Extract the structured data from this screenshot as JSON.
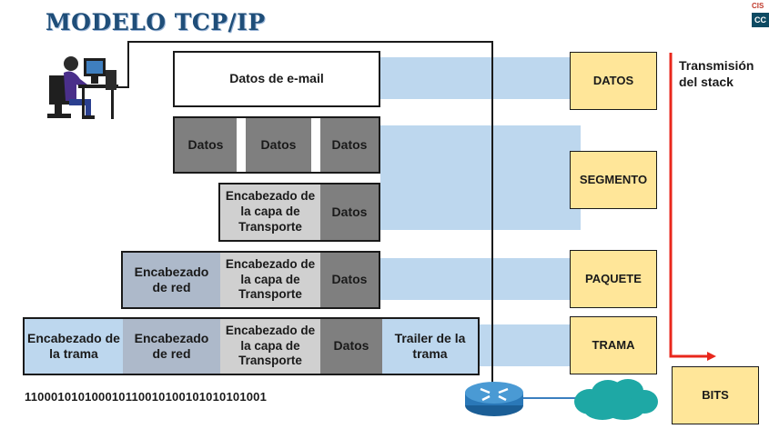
{
  "title": "MODELO TCP/IP",
  "logo": {
    "top": "CIS",
    "bottom": "CC"
  },
  "row1": {
    "email": "Datos de e-mail"
  },
  "row2": {
    "c1": "Datos",
    "c2": "Datos",
    "c3": "Datos"
  },
  "row3": {
    "transport": "Encabezado de la capa de Transporte",
    "data": "Datos"
  },
  "row4": {
    "network": "Encabezado de red",
    "transport": "Encabezado de la capa de Transporte",
    "data": "Datos"
  },
  "row5": {
    "frame": "Encabezado de la trama",
    "network": "Encabezado de red",
    "transport": "Encabezado de la capa de Transporte",
    "data": "Datos",
    "trailer": "Trailer de la trama"
  },
  "labels": {
    "datos": "DATOS",
    "segmento": "SEGMENTO",
    "paquete": "PAQUETE",
    "trama": "TRAMA",
    "bits": "BITS"
  },
  "stack": {
    "line1": "Transmisión",
    "line2": "del stack"
  },
  "bits_string": "110001010100010110010100101010101001",
  "colors": {
    "title": "#1f4e79",
    "band": "#bdd7ee",
    "label_box": "#ffe699",
    "arrow": "#e8271c",
    "dark_gray": "#7f7f7f",
    "light_gray": "#d0d0d0",
    "blue_gray": "#adb9ca"
  }
}
